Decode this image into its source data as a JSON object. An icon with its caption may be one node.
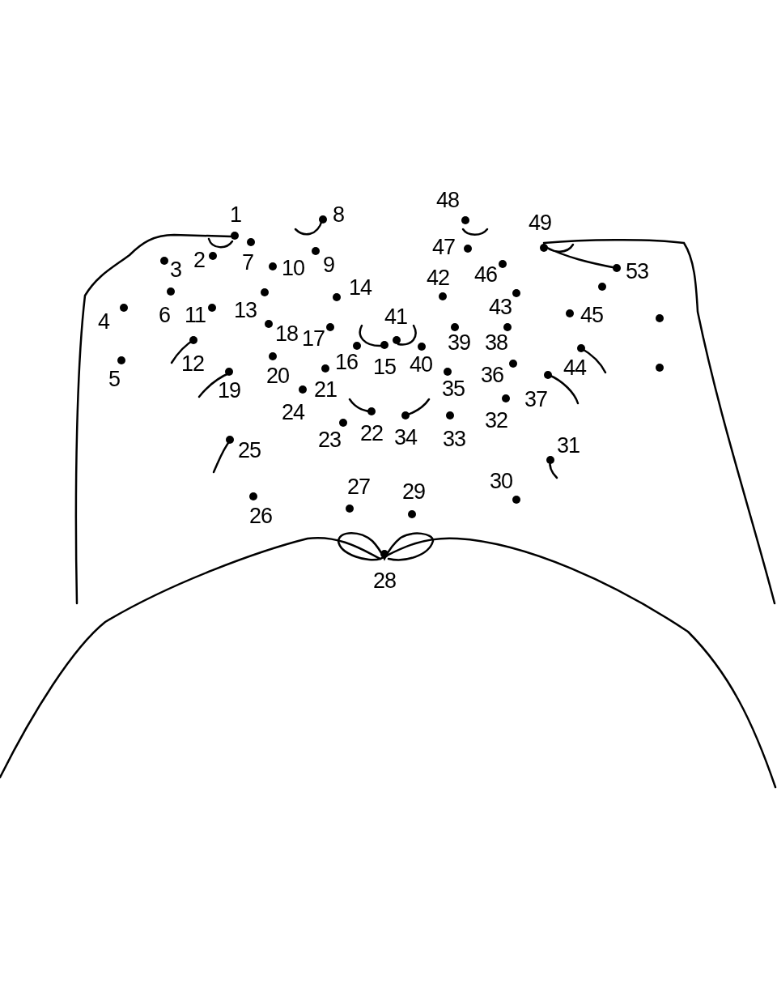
{
  "diagram": {
    "labels": [
      "1",
      "2",
      "3",
      "4",
      "5",
      "6",
      "7",
      "8",
      "9",
      "10",
      "11",
      "12",
      "13",
      "14",
      "15",
      "16",
      "17",
      "18",
      "19",
      "20",
      "21",
      "22",
      "23",
      "24",
      "25",
      "26",
      "27",
      "28",
      "29",
      "30",
      "31",
      "32",
      "33",
      "34",
      "35",
      "36",
      "37",
      "38",
      "39",
      "40",
      "41",
      "42",
      "43",
      "44",
      "45",
      "46",
      "47",
      "48",
      "49",
      "53"
    ]
  }
}
